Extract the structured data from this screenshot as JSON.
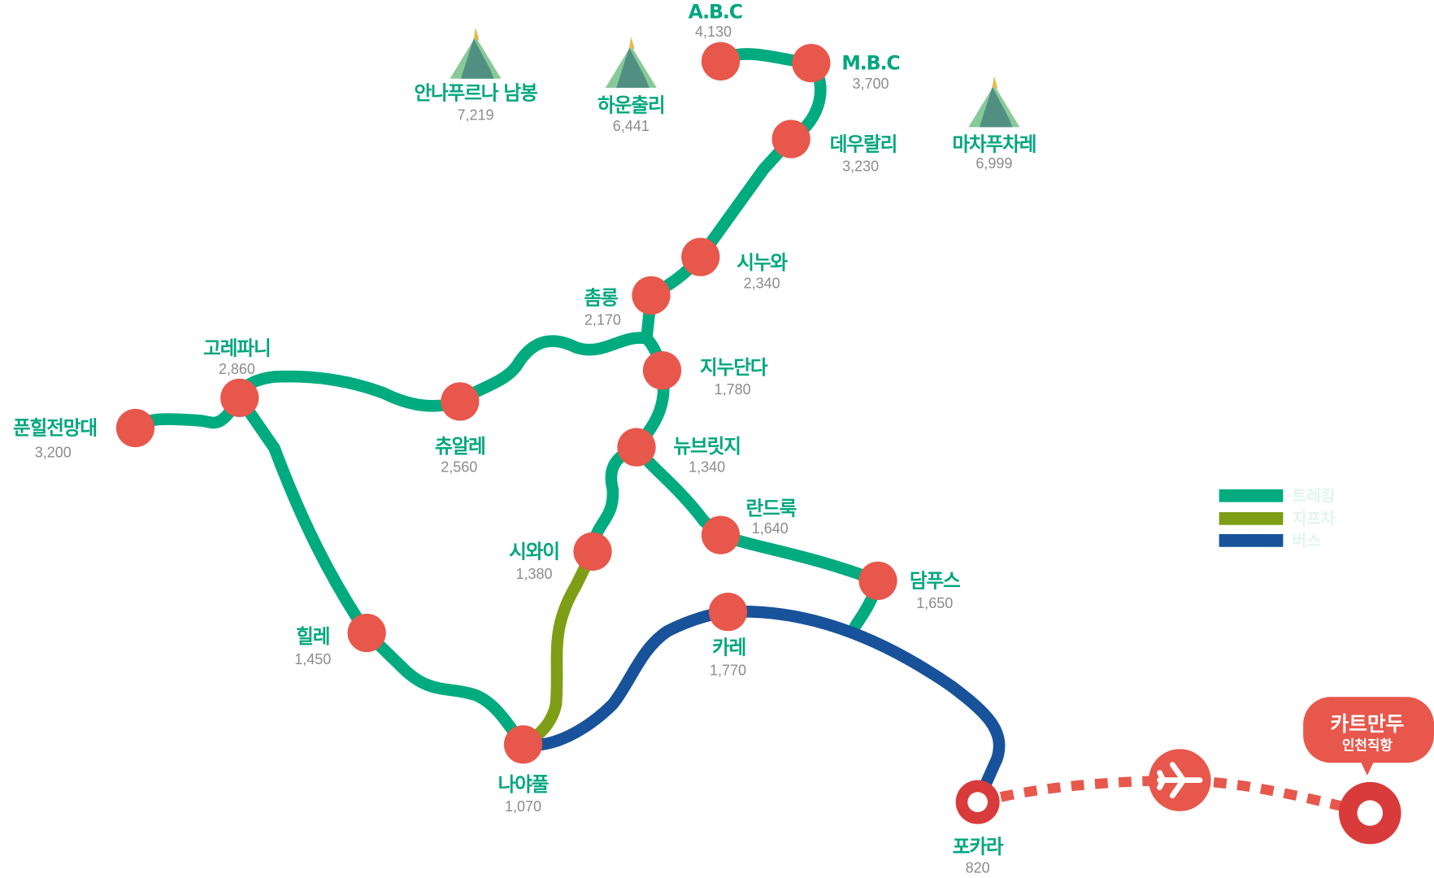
{
  "nodes": {
    "abc": {
      "name": "A.B.C",
      "elevation": "4,130"
    },
    "mbc": {
      "name": "M.B.C",
      "elevation": "3,700"
    },
    "deurali": {
      "name": "데우랄리",
      "elevation": "3,230"
    },
    "sinuwa": {
      "name": "시누와",
      "elevation": "2,340"
    },
    "chomrong": {
      "name": "촘롱",
      "elevation": "2,170"
    },
    "jinudanda": {
      "name": "지누단다",
      "elevation": "1,780"
    },
    "newbridge": {
      "name": "뉴브릿지",
      "elevation": "1,340"
    },
    "landruk": {
      "name": "란드룩",
      "elevation": "1,640"
    },
    "siwai": {
      "name": "시와이",
      "elevation": "1,380"
    },
    "dhampus": {
      "name": "담푸스",
      "elevation": "1,650"
    },
    "kare": {
      "name": "카레",
      "elevation": "1,770"
    },
    "nayapul": {
      "name": "나야풀",
      "elevation": "1,070"
    },
    "hile": {
      "name": "힐레",
      "elevation": "1,450"
    },
    "ghorepani": {
      "name": "고레파니",
      "elevation": "2,860"
    },
    "chuile": {
      "name": "츄알레",
      "elevation": "2,560"
    },
    "poonhill": {
      "name": "푼힐전망대",
      "elevation": "3,200"
    },
    "pokhara": {
      "name": "포카라",
      "elevation": "820"
    }
  },
  "peaks": [
    {
      "name": "안나푸르나 남봉",
      "elevation": "7,219"
    },
    {
      "name": "하운출리",
      "elevation": "6,441"
    },
    {
      "name": "마차푸차레",
      "elevation": "6,999"
    }
  ],
  "legend": [
    {
      "label": "트레킹",
      "color": "#00ab80"
    },
    {
      "label": "지프차",
      "color": "#7e9e16"
    },
    {
      "label": "버스",
      "color": "#17529b"
    }
  ],
  "callout": {
    "title": "카트만두",
    "subtitle": "인천직항"
  },
  "colors": {
    "trek": "#00ab80",
    "jeep": "#7e9e16",
    "bus": "#17529b",
    "node": "#e8574b",
    "label": "#00a67e"
  }
}
